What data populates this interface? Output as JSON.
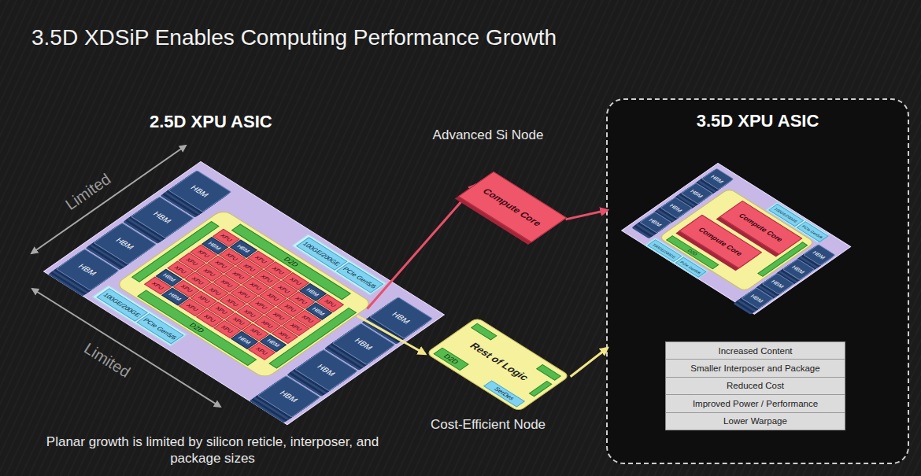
{
  "diagram": {
    "title": "3.5D XDSiP Enables Computing Performance Growth",
    "caption": "Planar growth is limited by silicon reticle, interposer, and package sizes",
    "nodes": [
      {
        "text": [
          "2.5D XPU ASIC"
        ]
      },
      {
        "text": [
          "HBM"
        ],
        "in": 0
      },
      {
        "text": [
          "HBM"
        ],
        "in": 0
      },
      {
        "text": [
          "HBM"
        ],
        "in": 0
      },
      {
        "text": [
          "HBM"
        ],
        "in": 0
      },
      {
        "text": [
          "100GE/200GE"
        ],
        "in": 0
      },
      {
        "text": [
          "PCIe Gen5/6"
        ],
        "in": 0
      },
      {
        "text": [
          "D2D",
          "D2D"
        ],
        "in": 0
      },
      {
        "text": [
          "100GE/200GE"
        ],
        "in": 0
      },
      {
        "text": [
          "PCIe Gen5/6"
        ],
        "in": 0
      },
      {
        "text": [
          "HBM"
        ],
        "in": 0
      },
      {
        "text": [
          "HBM"
        ],
        "in": 0
      },
      {
        "text": [
          "HBM"
        ],
        "in": 0
      },
      {
        "text": [
          "HBM"
        ],
        "in": 0
      },
      {
        "text": [
          "Compute Core"
        ]
      },
      {
        "text": [
          "Rest of Logic"
        ]
      },
      {
        "text": [
          "D2D"
        ],
        "in": 15
      },
      {
        "text": [
          "SerDes"
        ],
        "in": 15
      },
      {
        "text": [
          "3.5D XPU ASIC"
        ]
      },
      {
        "text": [
          "HBM"
        ],
        "in": 18
      },
      {
        "text": [
          "HBM"
        ],
        "in": 18
      },
      {
        "text": [
          "HBM"
        ],
        "in": 18
      },
      {
        "text": [
          "HBM"
        ],
        "in": 18
      },
      {
        "text": [
          "100GE/200GE"
        ],
        "in": 18
      },
      {
        "text": [
          "PCIe Gen5/6"
        ],
        "in": 18
      },
      {
        "text": [
          "D2D"
        ],
        "in": 18
      },
      {
        "text": [
          "Compute Core"
        ],
        "in": 25
      },
      {
        "text": [
          "Compute Core"
        ],
        "in": 25
      },
      {
        "text": [
          "100GE/200GE"
        ],
        "in": 18
      },
      {
        "text": [
          "PCIe Gen5/6"
        ],
        "in": 18
      },
      {
        "text": [
          "HBM"
        ],
        "in": 18
      },
      {
        "text": [
          "HBM"
        ],
        "in": 18
      },
      {
        "text": [
          "HBM"
        ],
        "in": 18
      },
      {
        "text": [
          "HBM"
        ],
        "in": 18
      }
    ],
    "edges": [
      {
        "from": 7,
        "to": 14,
        "arrow": "to"
      },
      {
        "from": 7,
        "to": 15,
        "arrow": "to"
      },
      {
        "from": 14,
        "to": 18,
        "arrow": "to"
      },
      {
        "from": 15,
        "to": 18,
        "arrow": "to"
      }
    ],
    "labels": [
      "Limited",
      "Limited",
      "Advanced Si Node",
      "Cost-Efficient Node",
      "Increased Content",
      "Smaller Interposer and Package",
      "Reduced Cost",
      "Improved Power / Performance",
      "Lower Warpage",
      "XPU",
      "HBM",
      "XPU",
      "XPU",
      "XPU",
      "HBM",
      "XPU",
      "HBM",
      "XPU",
      "XPU",
      "XPU",
      "XPU",
      "XPU",
      "HBM",
      "XPU",
      "XPU",
      "XPU",
      "XPU",
      "XPU",
      "XPU",
      "XPU",
      "XPU",
      "XPU",
      "XPU",
      "XPU",
      "XPU",
      "XPU",
      "XPU",
      "XPU",
      "XPU",
      "XPU",
      "XPU",
      "XPU",
      "XPU",
      "XPU",
      "HBM",
      "XPU",
      "XPU",
      "XPU",
      "XPU",
      "XPU",
      "HBM",
      "XPU",
      "HBM",
      "XPU",
      "XPU",
      "XPU",
      "HBM",
      "XPU"
    ]
  }
}
